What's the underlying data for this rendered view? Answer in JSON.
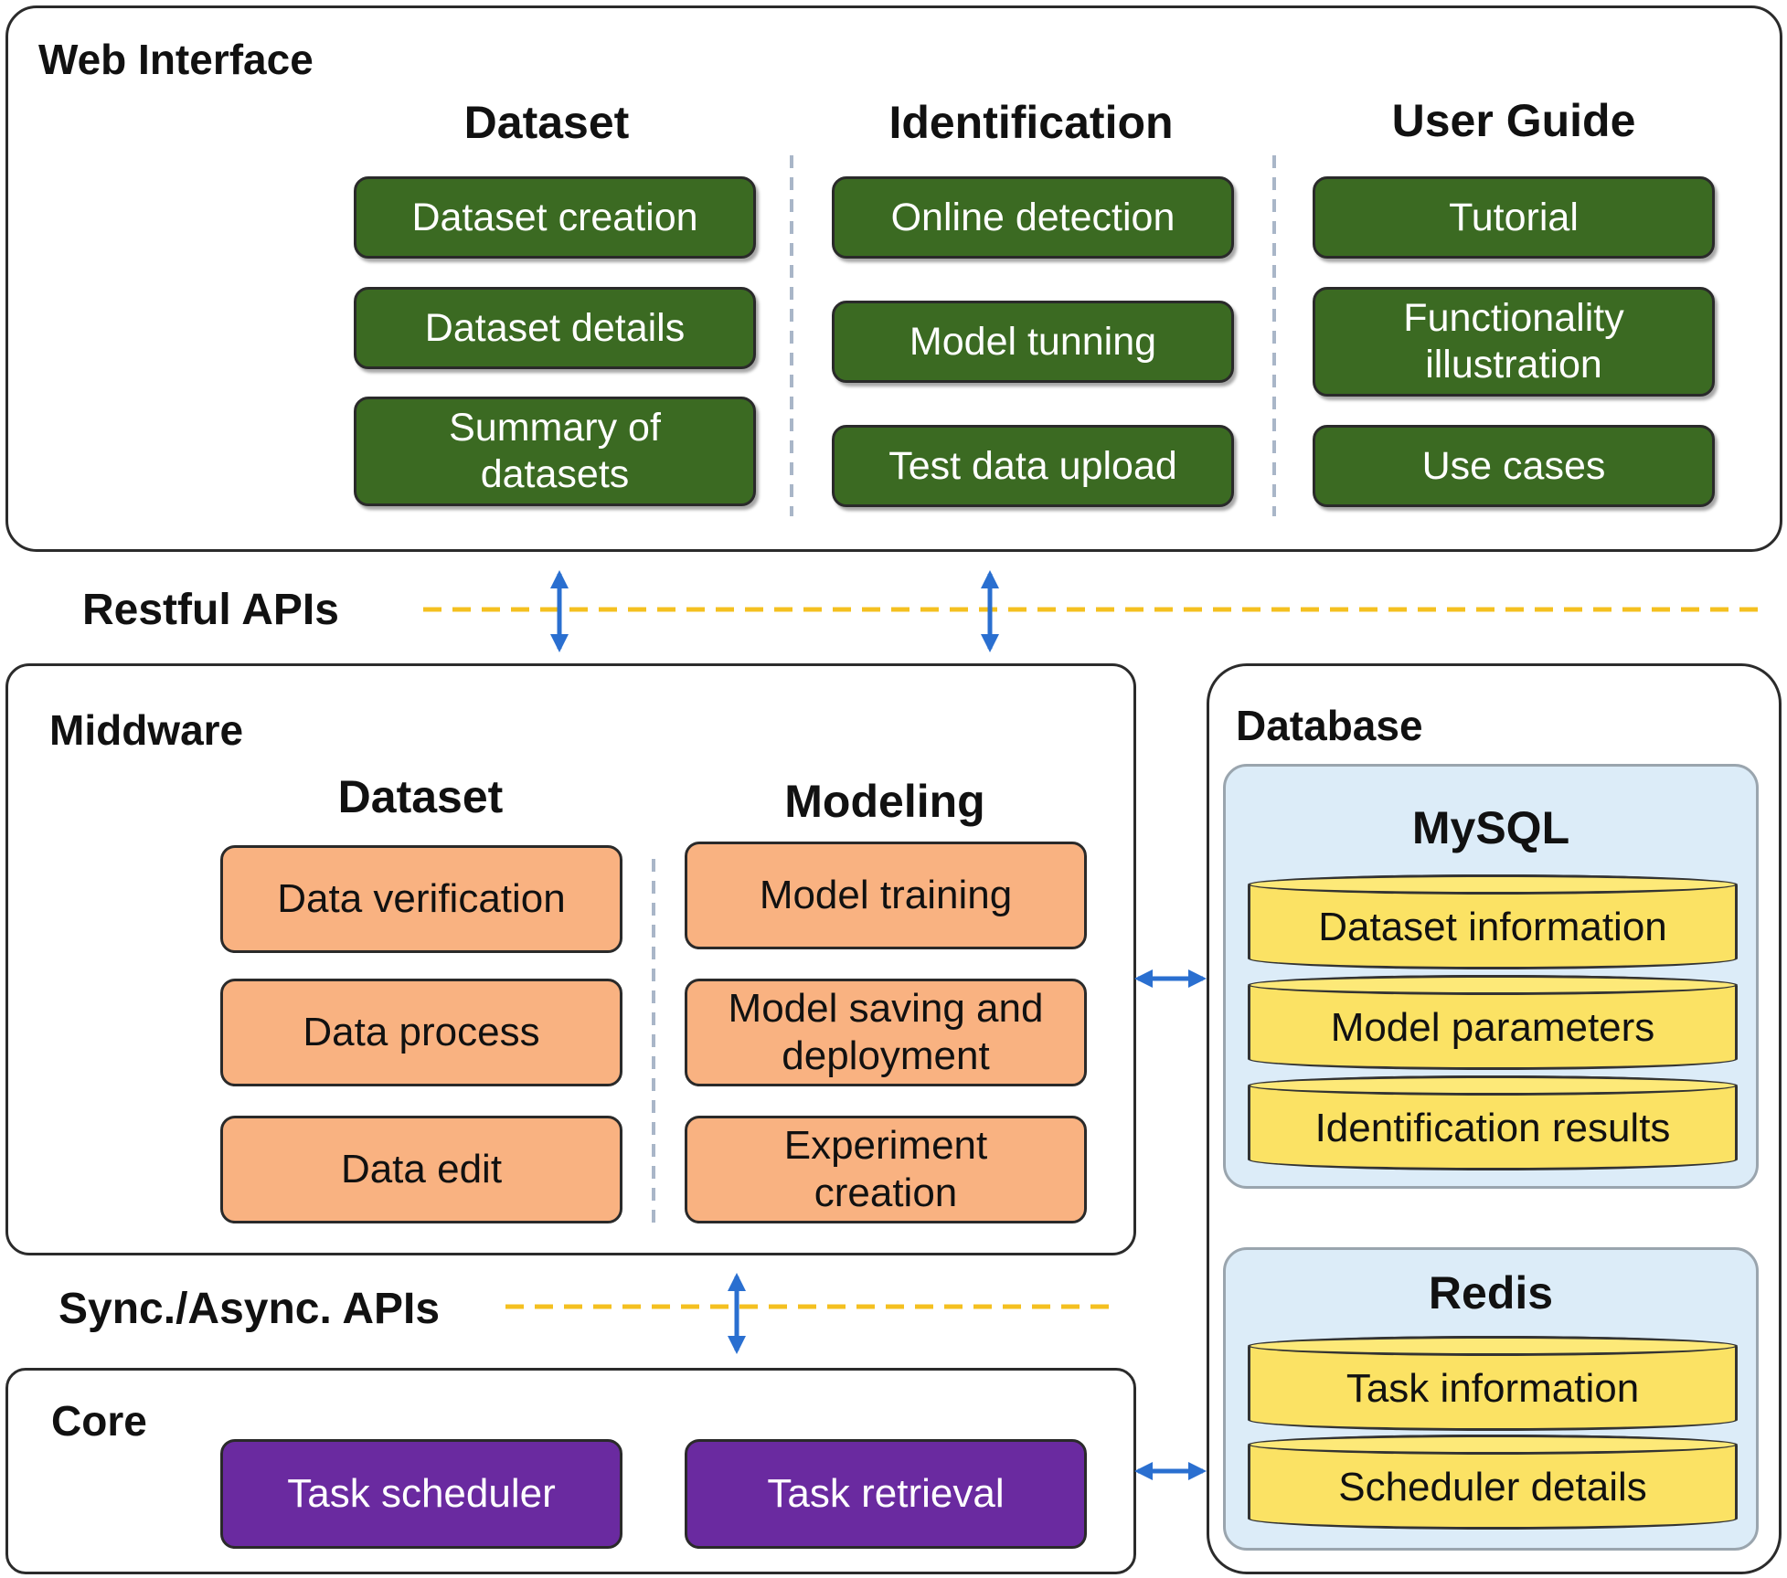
{
  "web_interface": {
    "title": "Web Interface",
    "dataset": {
      "heading": "Dataset",
      "items": [
        "Dataset creation",
        "Dataset details",
        "Summary of\ndatasets"
      ]
    },
    "identification": {
      "heading": "Identification",
      "items": [
        "Online detection",
        "Model tunning",
        "Test data upload"
      ]
    },
    "user_guide": {
      "heading": "User Guide",
      "items": [
        "Tutorial",
        "Functionality\nillustration",
        "Use cases"
      ]
    }
  },
  "restful_apis": {
    "label": "Restful APIs"
  },
  "middleware": {
    "title": "Middware",
    "dataset": {
      "heading": "Dataset",
      "items": [
        "Data verification",
        "Data process",
        "Data edit"
      ]
    },
    "modeling": {
      "heading": "Modeling",
      "items": [
        "Model training",
        "Model saving and\ndeployment",
        "Experiment\ncreation"
      ]
    }
  },
  "sync_apis": {
    "label": "Sync./Async. APIs"
  },
  "core": {
    "title": "Core",
    "items": [
      "Task scheduler",
      "Task retrieval"
    ]
  },
  "database": {
    "title": "Database",
    "mysql": {
      "name": "MySQL",
      "tables": [
        "Dataset information",
        "Model parameters",
        "Identification results"
      ]
    },
    "redis": {
      "name": "Redis",
      "tables": [
        "Task information",
        "Scheduler details"
      ]
    }
  },
  "colors": {
    "web_box": "#3b6a22",
    "middleware_box": "#f9b281",
    "core_box": "#6a2aa0",
    "db_group": "#dcecf8",
    "db_cylinder": "#fbe264",
    "arrow": "#2a6fd0",
    "api_line": "#f4c020"
  }
}
